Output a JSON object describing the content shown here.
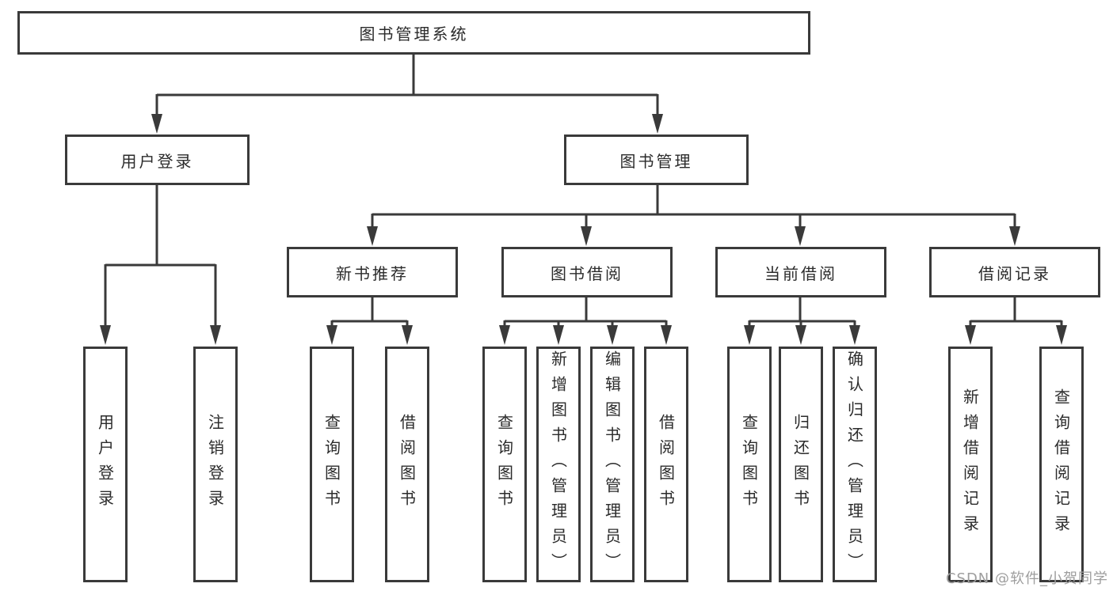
{
  "diagram_title": "图书管理系统",
  "watermark": {
    "text": "CSDN @软件_小贺同学"
  },
  "colors": {
    "line": "#3a3a3a",
    "text": "#2b2b2b",
    "watermark": "#9e9e9e",
    "background": "#ffffff"
  },
  "tree": {
    "label": "图书管理系统",
    "children": [
      {
        "label": "用户登录",
        "children": [
          {
            "label": "用户登录"
          },
          {
            "label": "注销登录"
          }
        ]
      },
      {
        "label": "图书管理",
        "children": [
          {
            "label": "新书推荐",
            "children": [
              {
                "label": "查询图书"
              },
              {
                "label": "借阅图书"
              }
            ]
          },
          {
            "label": "图书借阅",
            "children": [
              {
                "label": "查询图书"
              },
              {
                "label": "新增图书（管理员）"
              },
              {
                "label": "编辑图书（管理员）"
              },
              {
                "label": "借阅图书"
              }
            ]
          },
          {
            "label": "当前借阅",
            "children": [
              {
                "label": "查询图书"
              },
              {
                "label": "归还图书"
              },
              {
                "label": "确认归还（管理员）"
              }
            ]
          },
          {
            "label": "借阅记录",
            "children": [
              {
                "label": "新增借阅记录"
              },
              {
                "label": "查询借阅记录"
              }
            ]
          }
        ]
      }
    ]
  }
}
